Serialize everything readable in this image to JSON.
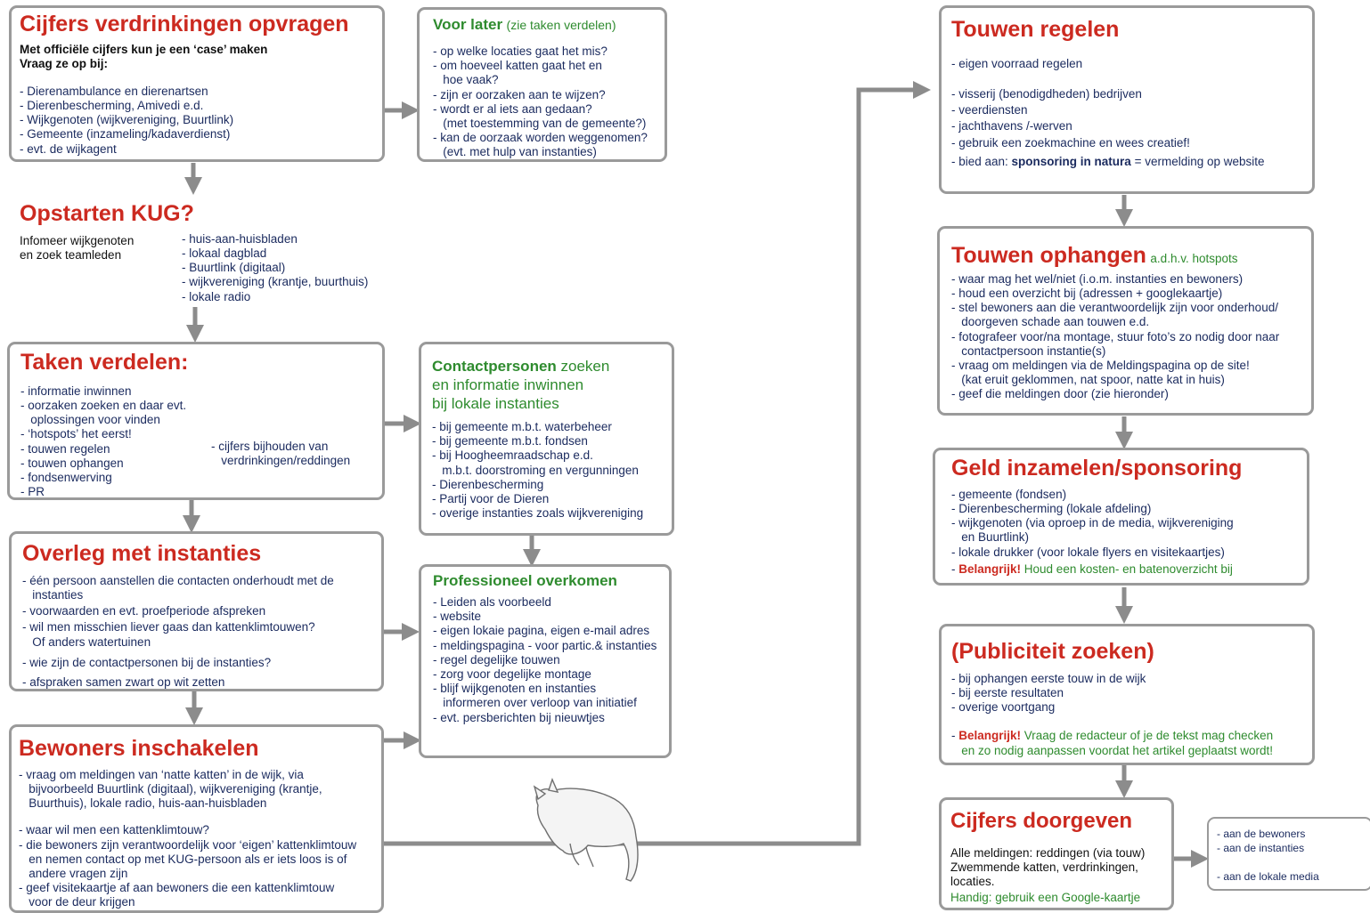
{
  "box1": {
    "title": "Cijfers verdrinkingen opvragen",
    "intro1": "Met officiële cijfers kun je een ‘case’ maken",
    "intro2": "Vraag ze op bij:",
    "items": [
      "- Dierenambulance en dierenartsen",
      "- Dierenbescherming, Amivedi e.d.",
      "- Wijkgenoten (wijkvereniging, Buurtlink)",
      "- Gemeente (inzameling/kadaverdienst)",
      "- evt. de wijkagent"
    ]
  },
  "later": {
    "title": "Voor later",
    "subtitle": "(zie taken verdelen)",
    "items": [
      "- op welke locaties gaat het mis?",
      "- om hoeveel katten gaat het en",
      "   hoe vaak?",
      "- zijn er oorzaken aan te wijzen?",
      "- wordt er al iets aan gedaan?",
      "   (met toestemming van de gemeente?)",
      "- kan de oorzaak worden weggenomen?",
      "   (evt. met hulp van instanties)"
    ]
  },
  "kug": {
    "title": "Opstarten KUG?",
    "left": [
      "Infomeer wijkgenoten",
      "en zoek teamleden"
    ],
    "items": [
      "- huis-aan-huisbladen",
      "- lokaal dagblad",
      "- Buurtlink (digitaal)",
      "- wijkvereniging (krantje, buurthuis)",
      "- lokale radio"
    ]
  },
  "taken": {
    "title": "Taken verdelen:",
    "items": [
      "- informatie inwinnen",
      "- oorzaken zoeken en daar evt.",
      "   oplossingen voor vinden",
      "- ‘hotspots’ het eerst!",
      "- touwen regelen",
      "- touwen ophangen",
      "- fondsenwerving",
      "- PR"
    ],
    "side": [
      "- cijfers bijhouden van",
      "   verdrinkingen/reddingen"
    ]
  },
  "contact": {
    "title_green": "Contactpersonen",
    "title_rest": " zoeken",
    "line2": "en informatie inwinnen",
    "line3": "bij lokale instanties",
    "items": [
      "- bij gemeente m.b.t. waterbeheer",
      "- bij gemeente m.b.t. fondsen",
      "- bij Hoogheemraadschap e.d.",
      "   m.b.t. doorstroming en vergunningen",
      "- Dierenbescherming",
      "- Partij voor de Dieren",
      "- overige instanties zoals wijkvereniging"
    ]
  },
  "overleg": {
    "title": "Overleg met instanties",
    "items": [
      "- één persoon aanstellen die contacten onderhoudt met de",
      "   instanties",
      "- voorwaarden en evt. proefperiode afspreken",
      "- wil men misschien liever gaas dan kattenklimtouwen?",
      "   Of anders watertuinen",
      "- wie zijn de contactpersonen bij de instanties?",
      "- afspraken samen zwart op wit zetten"
    ]
  },
  "prof": {
    "title": "Professioneel overkomen",
    "items": [
      "- Leiden als voorbeeld",
      "- website",
      "- eigen lokaie pagina, eigen e-mail adres",
      "- meldingspagina - voor partic.& instanties",
      "- regel degelijke touwen",
      "- zorg voor degelijke montage",
      "- blijf wijkgenoten en instanties",
      "   informeren over verloop van initiatief",
      "- evt. persberichten bij nieuwtjes"
    ]
  },
  "bewoners": {
    "title": "Bewoners inschakelen",
    "items": [
      "- vraag om meldingen van ‘natte katten’ in de wijk, via",
      "   bijvoorbeeld Buurtlink (digitaal), wijkvereniging (krantje,",
      "   Buurthuis), lokale radio, huis-aan-huisbladen",
      "",
      "- waar wil men een kattenklimtouw?",
      "- die bewoners zijn verantwoordelijk voor ‘eigen’ kattenklimtouw",
      "   en nemen contact op met KUG-persoon als er iets loos is of",
      "   andere vragen zijn",
      "- geef visitekaartje af aan bewoners die een kattenklimtouw",
      "   voor de deur krijgen"
    ]
  },
  "regelen": {
    "title": "Touwen regelen",
    "items": [
      "- eigen voorraad regelen",
      "",
      "- visserij (benodigdheden) bedrijven",
      "- veerdiensten",
      "- jachthavens /-werven",
      "- gebruik een zoekmachine en wees creatief!"
    ],
    "last_prefix": "- bied aan: ",
    "last_bold": "sponsoring in natura",
    "last_suffix": " = vermelding op website"
  },
  "ophangen": {
    "title": "Touwen ophangen",
    "subtitle": "a.d.h.v. hotspots",
    "items": [
      "- waar mag het wel/niet (i.o.m. instanties en bewoners)",
      "- houd een overzicht bij (adressen + googlekaartje)",
      "- stel bewoners aan die verantwoordelijk zijn voor onderhoud/",
      "   doorgeven schade aan touwen e.d.",
      "- fotografeer voor/na montage, stuur foto’s zo nodig door naar",
      "   contactpersoon instantie(s)",
      "- vraag om meldingen via de Meldingspagina op de site!",
      "   (kat eruit geklommen, nat spoor, natte kat in huis)",
      "- geef die meldingen door (zie hieronder)"
    ]
  },
  "geld": {
    "title": "Geld inzamelen/sponsoring",
    "items": [
      "- gemeente (fondsen)",
      "- Dierenbescherming (lokale afdeling)",
      "- wijkgenoten (via oproep in de media, wijkvereniging",
      "   en Buurtlink)",
      "- lokale drukker (voor lokale flyers en visitekaartjes)"
    ],
    "imp_label": "Belangrijk!",
    "imp_text": " Houd een kosten- en batenoverzicht bij"
  },
  "publiciteit": {
    "title": "(Publiciteit zoeken)",
    "items": [
      "- bij ophangen eerste touw in de wijk",
      "- bij eerste resultaten",
      "- overige voortgang"
    ],
    "imp_label": "Belangrijk!",
    "imp_text": " Vraag de redacteur of je de tekst mag checken",
    "imp_text2": "en zo nodig aanpassen voordat het artikel geplaatst wordt!"
  },
  "doorgeven": {
    "title": "Cijfers doorgeven",
    "items": [
      "Alle meldingen: reddingen (via touw)",
      "Zwemmende katten, verdrinkingen,",
      "locaties."
    ],
    "tip": "Handig: gebruik een Google-kaartje"
  },
  "aan": {
    "items": [
      "- aan de bewoners",
      "- aan de instanties",
      "",
      "- aan de lokale media"
    ]
  },
  "colors": {
    "arrow": "#8c8c8c",
    "title_red": "#cc2a20",
    "title_green": "#2e8b2e",
    "border": "#9a9a9a"
  }
}
